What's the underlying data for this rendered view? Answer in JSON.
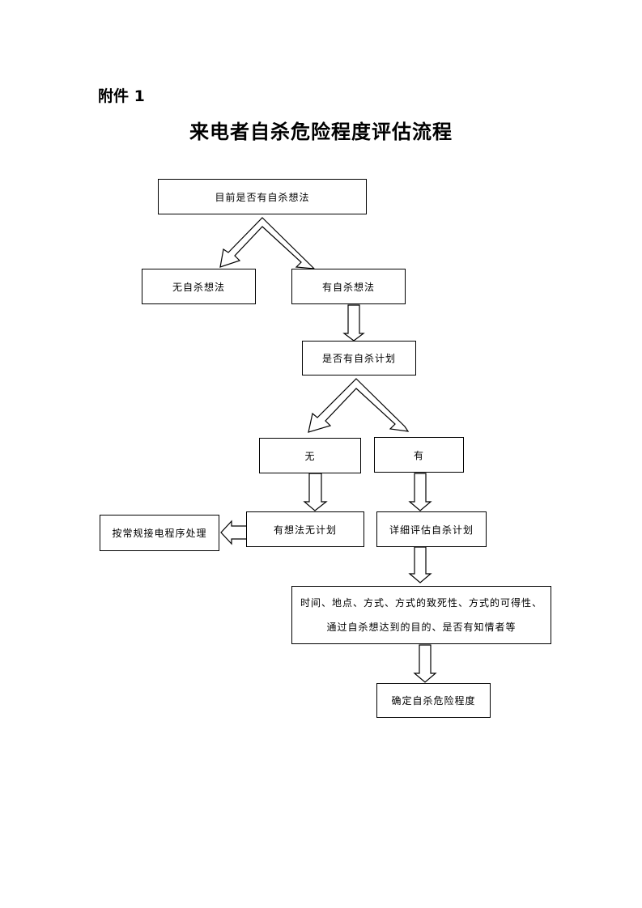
{
  "attachment_label": "附件 1",
  "title": "来电者自杀危险程度评估流程",
  "nodes": {
    "current_thoughts": "目前是否有自杀想法",
    "no_thoughts": "无自杀想法",
    "has_thoughts": "有自杀想法",
    "has_plan_question": "是否有自杀计划",
    "no": "无",
    "yes": "有",
    "thoughts_no_plan": "有想法无计划",
    "routine_procedure": "按常规接电程序处理",
    "assess_plan": "详细评估自杀计划",
    "plan_details": "时间、地点、方式、方式的致死性、方式的可得性、通过自杀想达到的目的、是否有知情者等",
    "determine_risk": "确定自杀危险程度"
  }
}
